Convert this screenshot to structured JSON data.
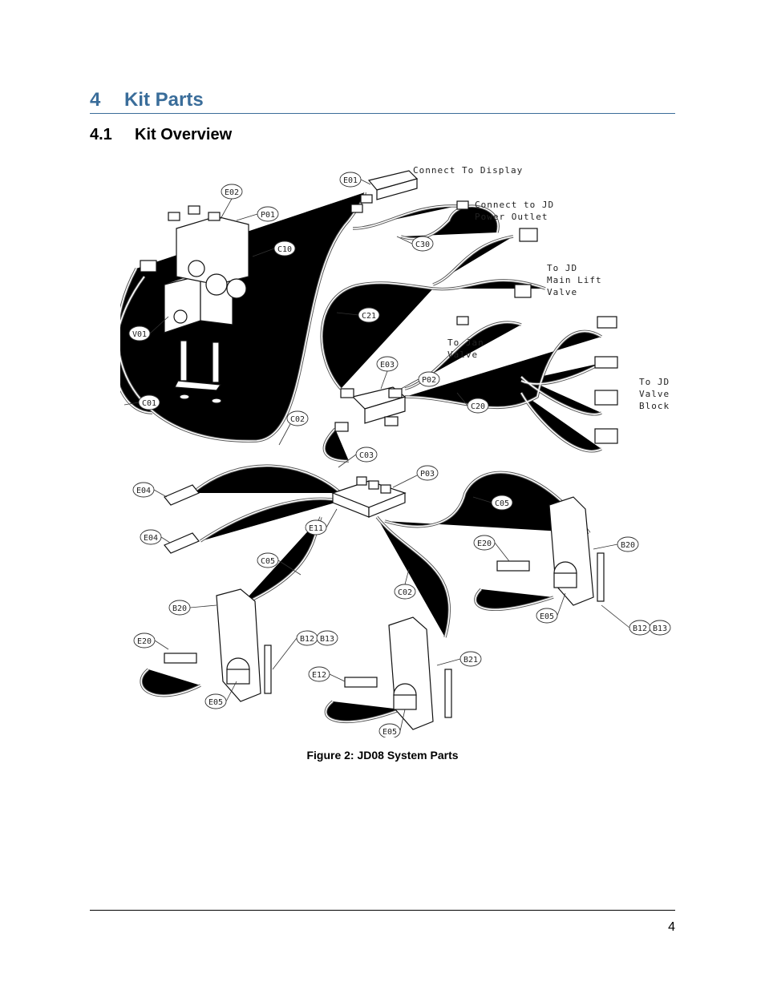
{
  "heading1": {
    "number": "4",
    "text": "Kit Parts"
  },
  "heading2": {
    "number": "4.1",
    "text": "Kit Overview"
  },
  "figure": {
    "caption": "Figure 2: JD08 System Parts",
    "callouts": {
      "E01": "E01",
      "E02": "E02",
      "P01": "P01",
      "C10": "C10",
      "V01": "V01",
      "C01": "C01",
      "C30": "C30",
      "C21": "C21",
      "E03": "E03",
      "P02": "P02",
      "C20": "C20",
      "C02a": "C02",
      "C03": "C03",
      "P03": "P03",
      "E04a": "E04",
      "E04b": "E04",
      "E11": "E11",
      "C05a": "C05",
      "C05b": "C05",
      "C02b": "C02",
      "E20a": "E20",
      "B20a": "B20",
      "E05a": "E05",
      "B12a": "B12",
      "B13a": "B13",
      "B20b": "B20",
      "E20b": "E20",
      "B12b": "B12",
      "B13b": "B13",
      "E05b": "E05",
      "B21": "B21",
      "E12": "E12",
      "E05c": "E05"
    },
    "notes": {
      "display_1": "Connect To Display",
      "outlet_1": "Connect to JD",
      "outlet_2": "Power Outlet",
      "lift_1": "To JD",
      "lift_2": "Main Lift",
      "lift_3": "Valve",
      "jan_1": "To Jan",
      "jan_2": "Valve",
      "block_1": "To JD",
      "block_2": "Valve",
      "block_3": "Block"
    }
  },
  "footer": {
    "page_number": "4"
  }
}
